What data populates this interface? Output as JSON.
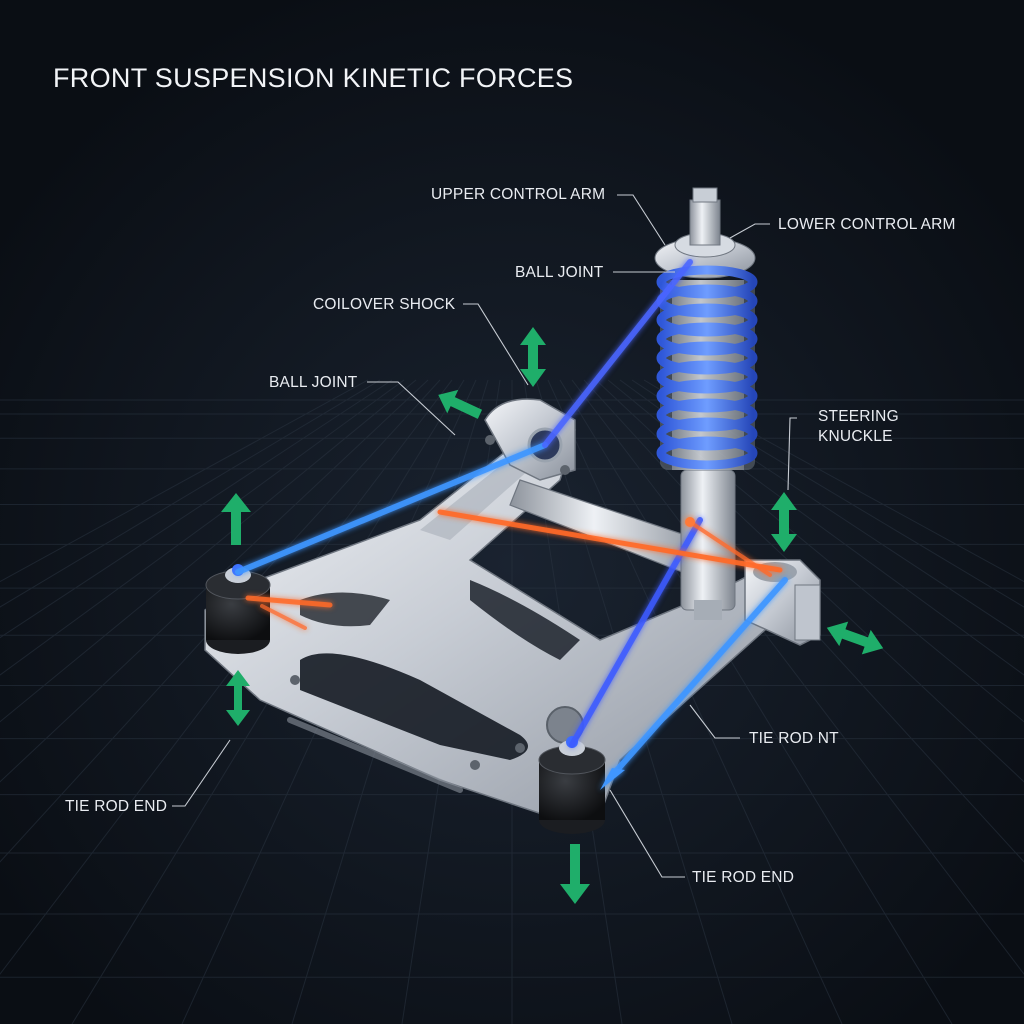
{
  "title": "FRONT SUSPENSION KINETIC FORCES",
  "labels": {
    "upper_control_arm": "UPPER CONTROL ARM",
    "lower_control_arm": "LOWER CONTROL ARM",
    "ball_joint_top": "BALL JOINT",
    "coilover_shock": "COILOVER SHOCK",
    "ball_joint_left": "BALL JOINT",
    "steering_knuckle_line1": "STEERING",
    "steering_knuckle_line2": "KNUCKLE",
    "tie_rod_nt": "TIE ROD NT",
    "tie_rod_end_left": "TIE ROD END",
    "tie_rod_end_bottom": "TIE ROD END"
  },
  "colors": {
    "background": "#0c1118",
    "force_blue": "#3f8cff",
    "force_orange": "#ff6a2a",
    "motion_green": "#1fae6a",
    "metal": "#c9cfd8"
  }
}
